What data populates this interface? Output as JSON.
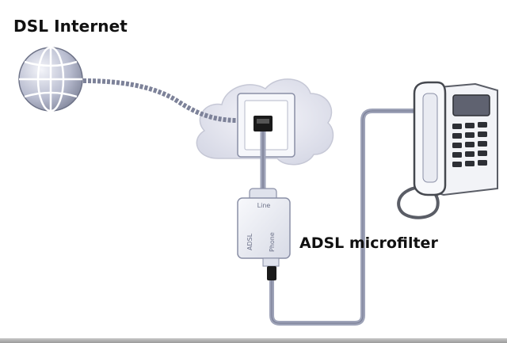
{
  "labels": {
    "dsl_internet": "DSL Internet",
    "adsl_microfilter": "ADSL microfilter",
    "port_line": "Line",
    "port_adsl": "ADSL",
    "port_phone": "Phone"
  },
  "colors": {
    "cable": "#9ea3b8",
    "cable_dark": "#6d7289",
    "cloud": "#e3e4ee",
    "device": "#eef0f6",
    "outline": "#8a8fa6",
    "phone_body": "#5a5d66"
  },
  "icons": [
    "globe-icon",
    "cloud-icon",
    "wall-socket-icon",
    "microfilter-icon",
    "telephone-icon"
  ]
}
